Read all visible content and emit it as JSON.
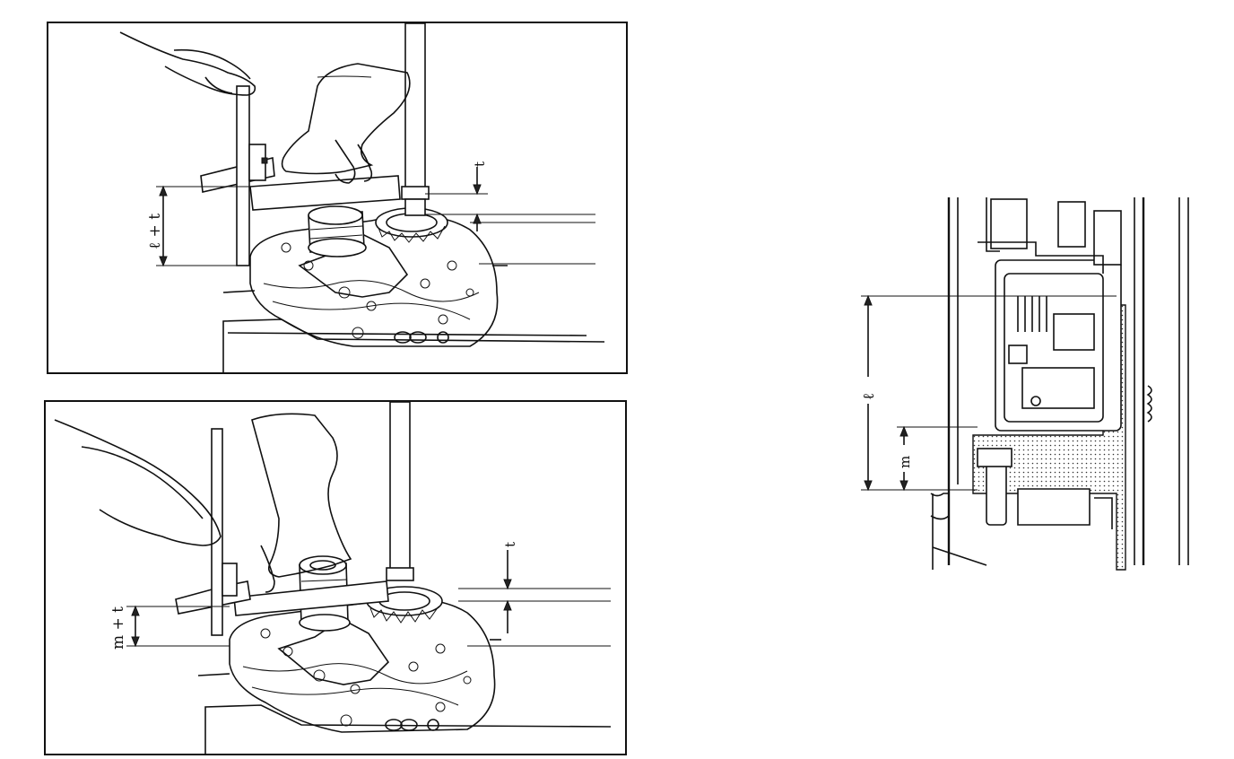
{
  "figure": {
    "top_panel": {
      "dimension_label": "ℓ + t",
      "thickness_label": "t"
    },
    "bottom_panel": {
      "dimension_label": "m + t",
      "thickness_label": "t"
    },
    "section_view": {
      "label_l": "ℓ",
      "label_m": "m"
    }
  }
}
